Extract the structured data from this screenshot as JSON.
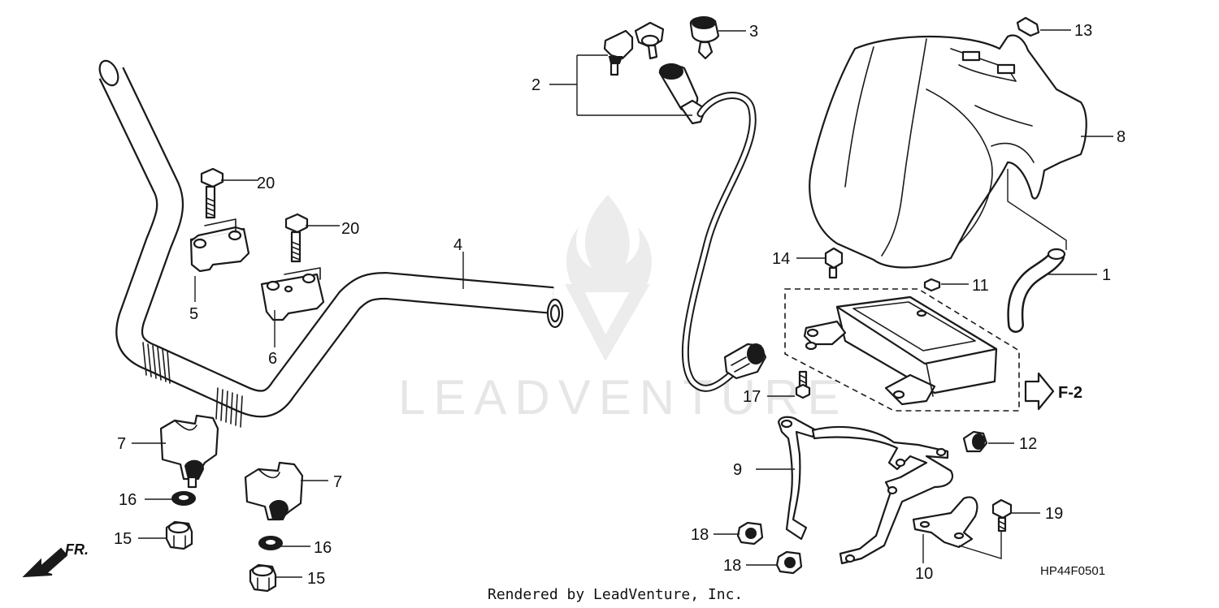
{
  "watermark": {
    "brand_text": "LEADVENTURE"
  },
  "diagram_code": "HP44F0501",
  "render_credit": "Rendered by LeadVenture, Inc.",
  "reference_label": "F-2",
  "direction_label": "FR.",
  "callouts": {
    "c1": "1",
    "c2": "2",
    "c3": "3",
    "c4": "4",
    "c5": "5",
    "c6": "6",
    "c7a": "7",
    "c7b": "7",
    "c8": "8",
    "c9": "9",
    "c10": "10",
    "c11": "11",
    "c12": "12",
    "c13": "13",
    "c14": "14",
    "c15a": "15",
    "c15b": "15",
    "c16a": "16",
    "c16b": "16",
    "c17": "17",
    "c18a": "18",
    "c18b": "18",
    "c19": "19",
    "c20a": "20",
    "c20b": "20"
  }
}
